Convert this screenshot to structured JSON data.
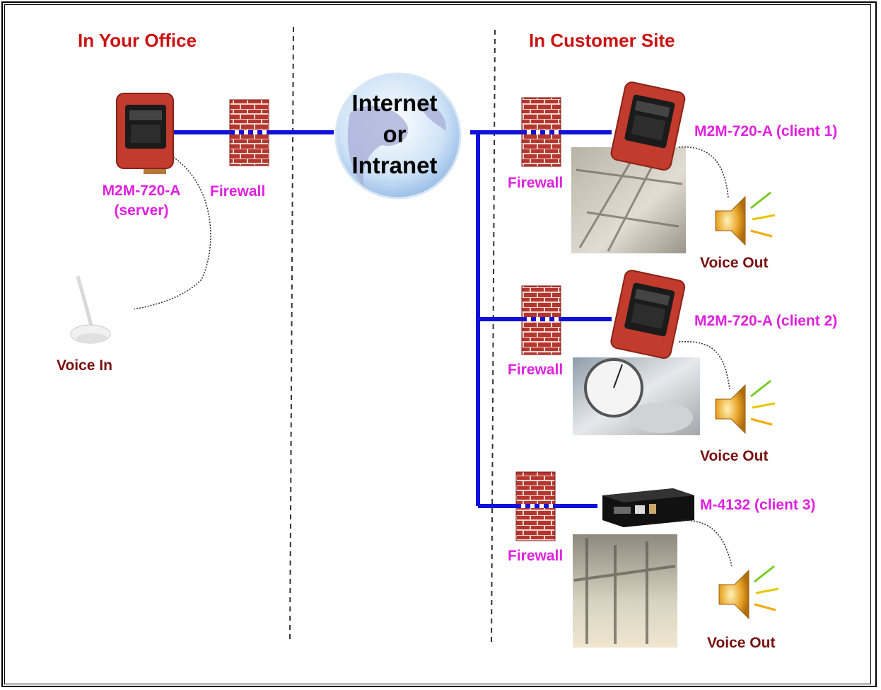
{
  "sections": {
    "office": "In Your Office",
    "customer": "In Customer Site"
  },
  "network": {
    "line1": "Internet",
    "line2": "or",
    "line3": "Intranet"
  },
  "devices": {
    "server_name": "M2M-720-A",
    "server_role": "(server)",
    "client1": "M2M-720-A (client 1)",
    "client2": "M2M-720-A (client 2)",
    "client3": "M-4132 (client 3)"
  },
  "firewall_label": "Firewall",
  "audio": {
    "voice_in": "Voice In",
    "voice_out": "Voice Out"
  },
  "colors": {
    "link": "#1010dd",
    "brick": "#b5362e",
    "device": "#c23b2c",
    "section_title": "#cc1111",
    "device_label": "#e020e0",
    "audio_label": "#7a1010"
  }
}
